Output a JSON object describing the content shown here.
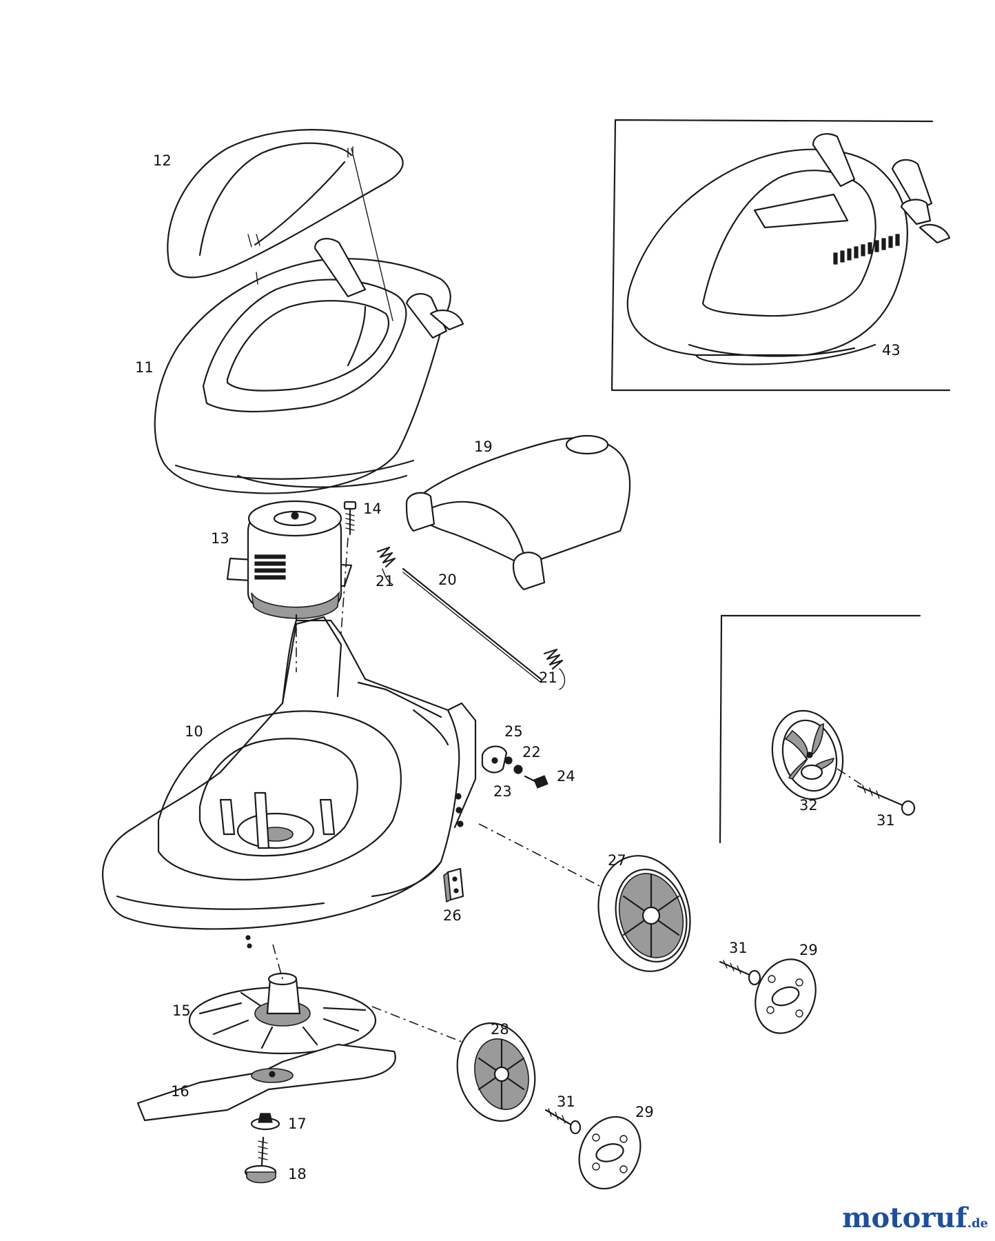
{
  "diagram": {
    "parts": {
      "p10": "10",
      "p11": "11",
      "p12": "12",
      "p13": "13",
      "p14": "14",
      "p15": "15",
      "p16": "16",
      "p17": "17",
      "p18": "18",
      "p19": "19",
      "p20": "20",
      "p21a": "21",
      "p21b": "21",
      "p22": "22",
      "p23": "23",
      "p24": "24",
      "p25": "25",
      "p26": "26",
      "p27": "27",
      "p28": "28",
      "p29a": "29",
      "p29b": "29",
      "p31a": "31",
      "p31b": "31",
      "p31c": "31",
      "p32": "32",
      "p43": "43"
    }
  },
  "watermark": {
    "brand": "motoruf",
    "tld": ".de"
  }
}
